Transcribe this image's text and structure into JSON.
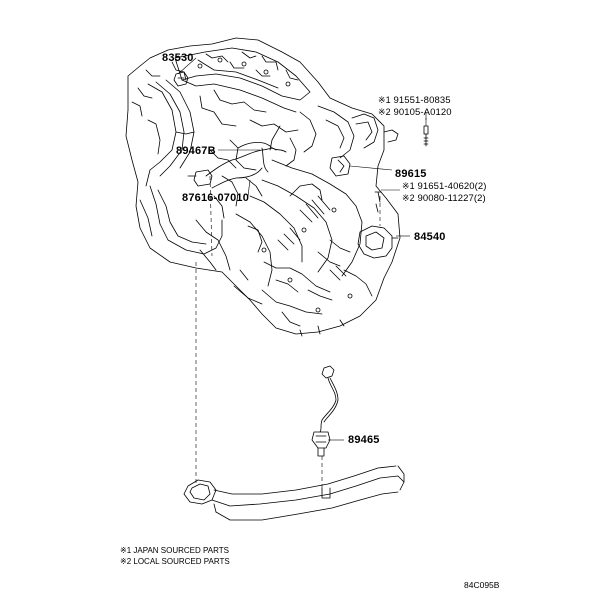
{
  "callouts": {
    "p83530": "83530",
    "p89467b": "89467B",
    "p87616": "87616-07010",
    "p89615": "89615",
    "p84540": "84540",
    "p89465": "89465"
  },
  "fasteners": [
    {
      "mark": "※1",
      "number": "91551-80835"
    },
    {
      "mark": "※2",
      "number": "90105-A0120"
    },
    {
      "mark": "※1",
      "number": "91651-40620(2)"
    },
    {
      "mark": "※2",
      "number": "90080-11227(2)"
    }
  ],
  "notes": [
    "※1 JAPAN SOURCED PARTS",
    "※2 LOCAL SOURCED PARTS"
  ],
  "figure_code": "84C095B"
}
